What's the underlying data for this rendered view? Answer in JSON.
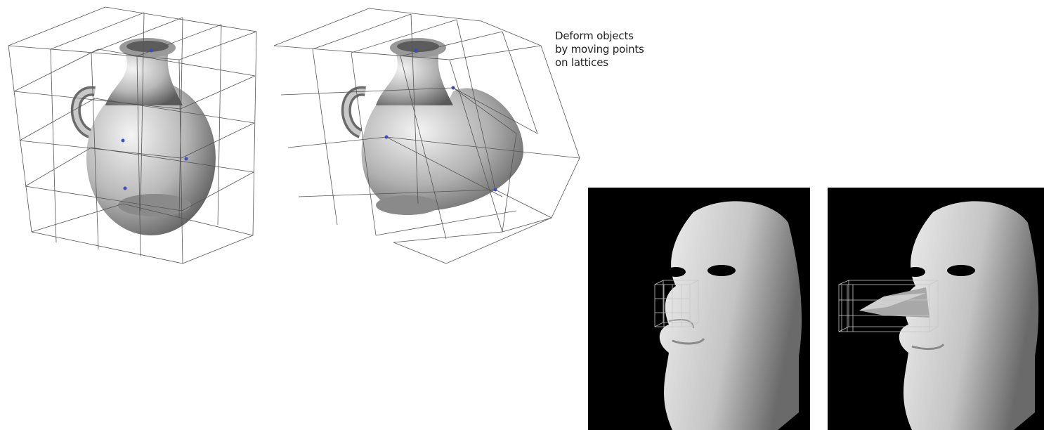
{
  "caption": {
    "line1": "Deform objects",
    "line2": "by moving points",
    "line3": "on lattices"
  },
  "colors": {
    "background": "#ffffff",
    "face_background": "#000000",
    "lattice": "#555555",
    "control_point": "#3b4cc0"
  },
  "figures": [
    {
      "name": "pitcher-original"
    },
    {
      "name": "pitcher-deformed"
    },
    {
      "name": "face-original"
    },
    {
      "name": "face-deformed-nose"
    }
  ]
}
